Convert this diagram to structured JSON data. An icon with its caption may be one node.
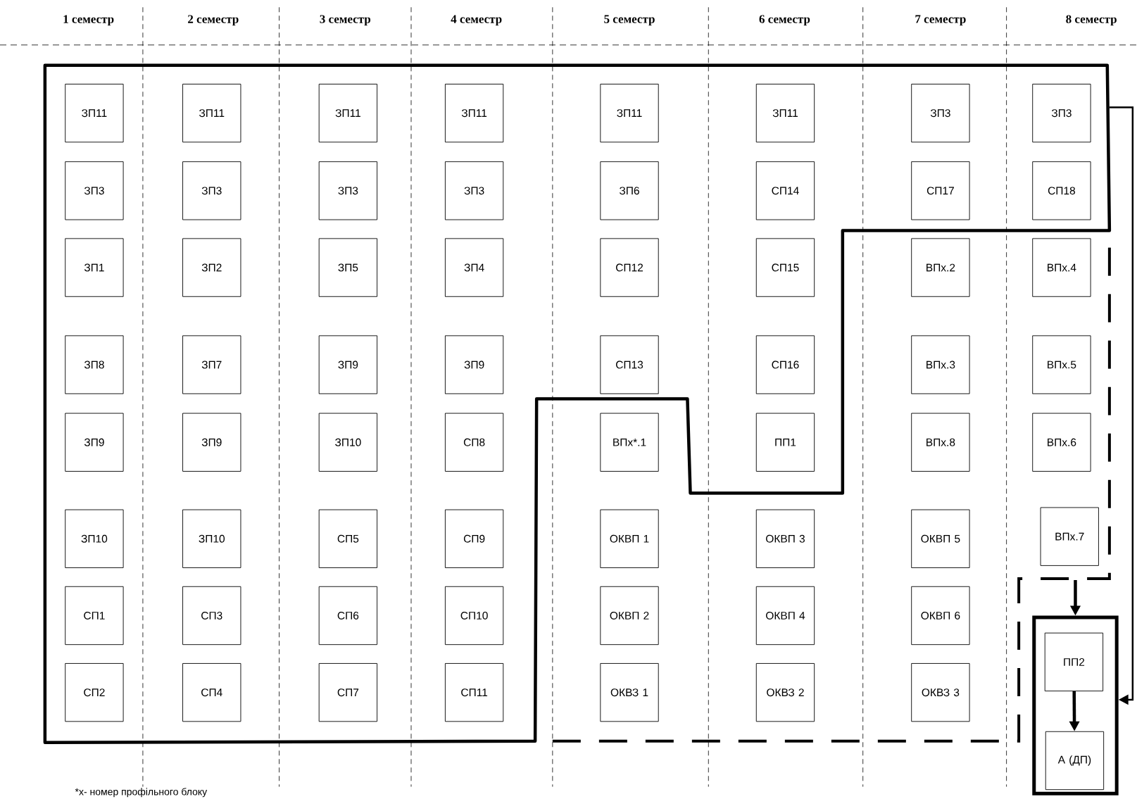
{
  "diagram": {
    "nodes": [
      {
        "text": [
          "ЗП11"
        ]
      },
      {
        "text": [
          "ЗП3"
        ]
      },
      {
        "text": [
          "ЗП1"
        ]
      },
      {
        "text": [
          "ЗП8"
        ]
      },
      {
        "text": [
          "ЗП9"
        ]
      },
      {
        "text": [
          "ЗП10"
        ]
      },
      {
        "text": [
          "СП1"
        ]
      },
      {
        "text": [
          "СП2"
        ]
      },
      {
        "text": [
          "ЗП11"
        ]
      },
      {
        "text": [
          "ЗП3"
        ]
      },
      {
        "text": [
          "ЗП2"
        ]
      },
      {
        "text": [
          "ЗП7"
        ]
      },
      {
        "text": [
          "ЗП9"
        ]
      },
      {
        "text": [
          "ЗП10"
        ]
      },
      {
        "text": [
          "СП3"
        ]
      },
      {
        "text": [
          "СП4"
        ]
      },
      {
        "text": [
          "ЗП11"
        ]
      },
      {
        "text": [
          "ЗП3"
        ]
      },
      {
        "text": [
          "ЗП5"
        ]
      },
      {
        "text": [
          "ЗП9"
        ]
      },
      {
        "text": [
          "ЗП10"
        ]
      },
      {
        "text": [
          "СП5"
        ]
      },
      {
        "text": [
          "СП6"
        ]
      },
      {
        "text": [
          "СП7"
        ]
      },
      {
        "text": [
          "ЗП11"
        ]
      },
      {
        "text": [
          "ЗП3"
        ]
      },
      {
        "text": [
          "ЗП4"
        ]
      },
      {
        "text": [
          "ЗП9"
        ]
      },
      {
        "text": [
          "СП8"
        ]
      },
      {
        "text": [
          "СП9"
        ]
      },
      {
        "text": [
          "СП10"
        ]
      },
      {
        "text": [
          "СП11"
        ]
      },
      {
        "text": [
          "ЗП11"
        ]
      },
      {
        "text": [
          "ЗП6"
        ]
      },
      {
        "text": [
          "СП12"
        ]
      },
      {
        "text": [
          "СП13"
        ]
      },
      {
        "text": [
          "ВПх*.1"
        ]
      },
      {
        "text": [
          "ОКВП 1"
        ]
      },
      {
        "text": [
          "ОКВП 2"
        ]
      },
      {
        "text": [
          "ОКВЗ 1"
        ]
      },
      {
        "text": [
          "ЗП11"
        ]
      },
      {
        "text": [
          "СП14"
        ]
      },
      {
        "text": [
          "СП15"
        ]
      },
      {
        "text": [
          "СП16"
        ]
      },
      {
        "text": [
          "ПП1"
        ]
      },
      {
        "text": [
          "ОКВП 3"
        ]
      },
      {
        "text": [
          "ОКВП 4"
        ]
      },
      {
        "text": [
          "ОКВЗ 2"
        ]
      },
      {
        "text": [
          "ЗП3"
        ]
      },
      {
        "text": [
          "СП17"
        ]
      },
      {
        "text": [
          "ВПх.2"
        ]
      },
      {
        "text": [
          "ВПх.3"
        ]
      },
      {
        "text": [
          "ВПх.8"
        ]
      },
      {
        "text": [
          "ОКВП 5"
        ]
      },
      {
        "text": [
          "ОКВП 6"
        ]
      },
      {
        "text": [
          "ОКВЗ 3"
        ]
      },
      {
        "text": [
          "ЗП3"
        ]
      },
      {
        "text": [
          "СП18"
        ]
      },
      {
        "text": [
          "ВПх.4"
        ]
      },
      {
        "text": [
          "ВПх.5"
        ]
      },
      {
        "text": [
          "ВПх.6"
        ]
      },
      {
        "text": [
          "ВПх.7"
        ]
      },
      {
        "text": [],
        "shape": "box"
      },
      {
        "text": [
          "ПП2"
        ],
        "in": 62
      },
      {
        "text": [
          "А (ДП)"
        ],
        "in": 62
      }
    ],
    "edges": [
      {
        "from": null,
        "to": 62,
        "arrow": "to"
      },
      {
        "from": null,
        "to": 62,
        "arrow": "to"
      },
      {
        "from": 63,
        "to": 64,
        "arrow": "to"
      }
    ],
    "labels": [
      "1 семестр",
      "2 семестр",
      "3 семестр",
      "4 семестр",
      "5 семестр",
      "6 семестр",
      "7 семестр",
      "8 семестр",
      "*х- номер профільного блоку"
    ]
  }
}
